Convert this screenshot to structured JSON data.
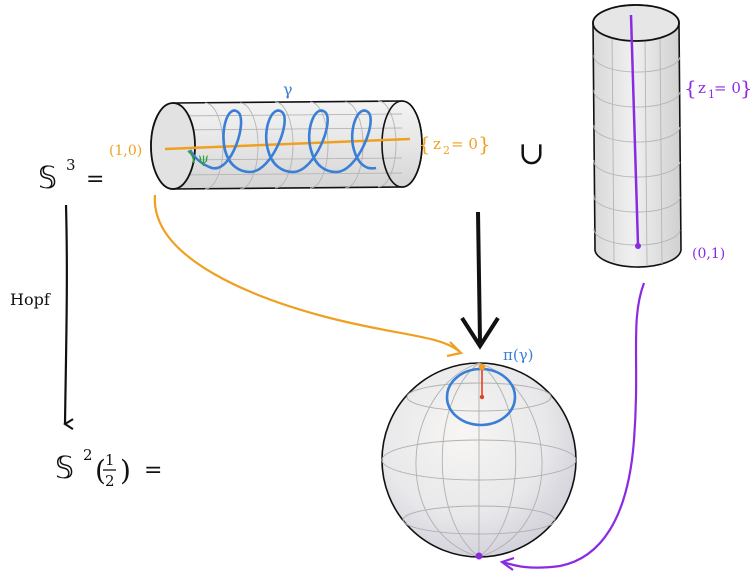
{
  "left_column": {
    "s3_symbol": "𝕊",
    "s3_exponent": "3",
    "s3_equals": "=",
    "hopf_label": "Hopf",
    "s2_symbol": "𝕊",
    "s2_exponent": "2",
    "s2_open_paren": "(",
    "s2_frac_num": "1",
    "s2_frac_den": "2",
    "s2_close_paren": ")",
    "s2_equals": "="
  },
  "horizontal_cylinder": {
    "point_label": "(1,0)",
    "curve_label": "γ",
    "angle_label": "ψ",
    "set_open": "{",
    "set_text_z": "z",
    "set_text_sub": "2",
    "set_text_rest": " = 0",
    "set_close": "}"
  },
  "union_symbol": "∪",
  "vertical_cylinder": {
    "point_label": "(0,1)",
    "set_open": "{",
    "set_text_z": "z",
    "set_text_sub": "1",
    "set_text_rest": " = 0",
    "set_close": "}"
  },
  "sphere": {
    "projection_label": "π(γ)"
  },
  "colors": {
    "orange": "#f0a020",
    "blue": "#3a7fd5",
    "purple": "#8a2be2",
    "green": "#2e9e3a",
    "red": "#e8401c",
    "black": "#111111",
    "grid": "#b5b5b5"
  }
}
